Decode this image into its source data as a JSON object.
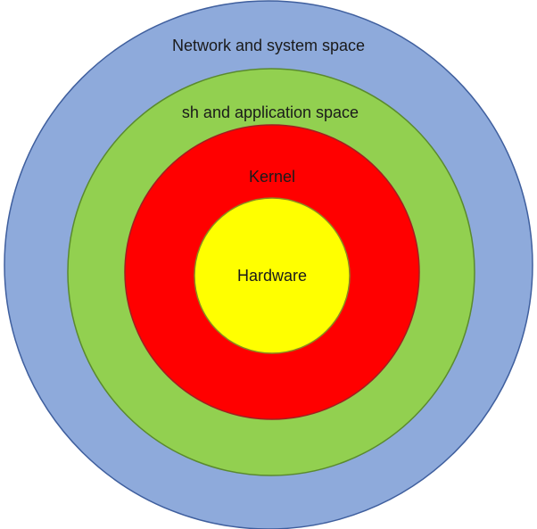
{
  "diagram": {
    "layers": [
      {
        "id": "network",
        "label": "Network and system space",
        "color": "#8eaadb",
        "stroke": "#3f5f9e"
      },
      {
        "id": "application",
        "label": "sh and application space",
        "color": "#92d050",
        "stroke": "#5a8a2e"
      },
      {
        "id": "kernel",
        "label": "Kernel",
        "color": "#ff0000",
        "stroke": "#a02020"
      },
      {
        "id": "hardware",
        "label": "Hardware",
        "color": "#ffff00",
        "stroke": "#8a8a20"
      }
    ]
  }
}
